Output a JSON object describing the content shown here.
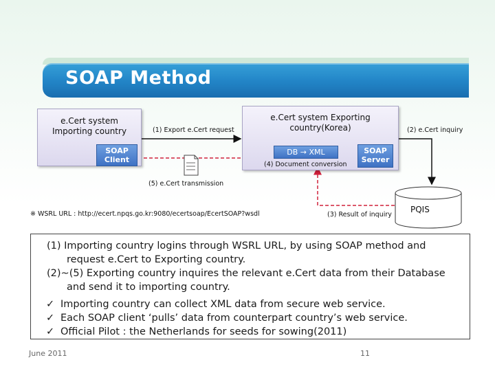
{
  "title": "SOAP Method",
  "diagram": {
    "importer_box": "e.Cert system Importing country",
    "soap_client": "SOAP Client",
    "exporter_box": "e.Cert system Exporting country(Korea)",
    "db_xml": "DB → XML",
    "soap_server": "SOAP Server",
    "pqis": "PQIS",
    "step1": "(1) Export e.Cert request",
    "step2": "(2) e.Cert inquiry",
    "step3": "(3) Result of inquiry",
    "step4": "(4) Document conversion",
    "step5": "(5) e.Cert transmission",
    "wsrl": "※ WSRL URL : http://ecert.npqs.go.kr:9080/ecertsoap/EcertSOAP?wsdl"
  },
  "notes": {
    "p1_line1": "(1) Importing country logins through WSRL URL, by using SOAP method and",
    "p1_line2": "request e.Cert to Exporting country.",
    "p2_line1": "(2)~(5) Exporting country inquires the relevant e.Cert data from their Database",
    "p2_line2": "and send it to importing country.",
    "checks": [
      "Importing country can collect XML data from secure web service.",
      "Each SOAP client ‘pulls’ data from counterpart country’s web service.",
      "Official Pilot : the Netherlands for seeds for sowing(2011)"
    ],
    "check_mark": "✓"
  },
  "footer": {
    "date": "June 2011",
    "page": "11"
  },
  "colors": {
    "title_blue": "#2386c8",
    "arrow_red": "#d0203a",
    "arrow_black": "#111111"
  }
}
